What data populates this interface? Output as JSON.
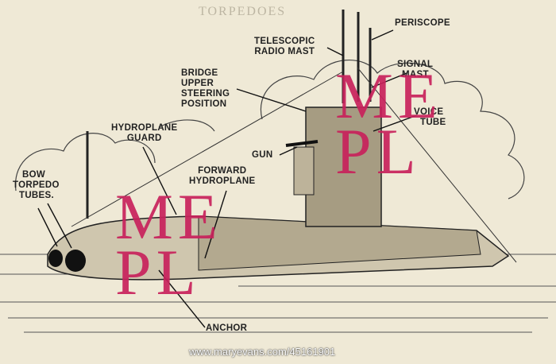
{
  "header": {
    "text": "TORPEDOES"
  },
  "labels": {
    "periscope": "PERISCOPE",
    "telescopic": [
      "TELESCOPIC",
      "RADIO MAST"
    ],
    "signal": [
      "SIGNAL",
      "MAST"
    ],
    "bridge": [
      "BRIDGE",
      "UPPER",
      "STEERING",
      "POSITION"
    ],
    "hydroplane_guard": [
      "HYDROPLANE",
      "GUARD"
    ],
    "voice": [
      "VOICE",
      "TUBE"
    ],
    "gun": "GUN",
    "forward_hydroplane": [
      "FORWARD",
      "HYDROPLANE"
    ],
    "bow": [
      "BOW",
      "TORPEDO",
      "TUBES."
    ],
    "anchor": "ANCHOR"
  },
  "watermark": {
    "line1": "ME",
    "line2": "PL"
  },
  "credit": "www.maryevans.com/45161901",
  "colors": {
    "paper": "#efe9d6",
    "ink": "#222222",
    "watermark": "#c8225c"
  }
}
